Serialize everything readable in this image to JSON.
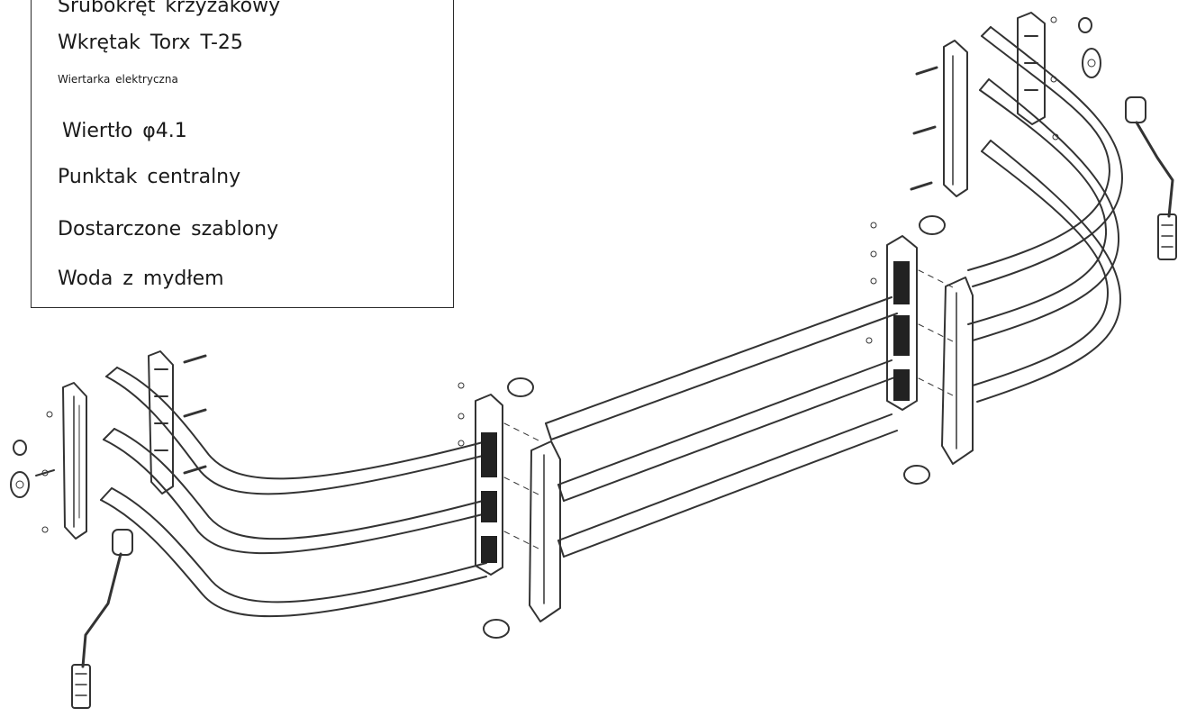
{
  "tools": [
    "Śrubokręt krzyżakowy",
    "Wkrętak Torx T-25",
    "Wiertarka elektryczna",
    "Wiertło φ4.1",
    "Punktak centralny",
    "Dostarczone szablony",
    "Woda z mydłem"
  ]
}
